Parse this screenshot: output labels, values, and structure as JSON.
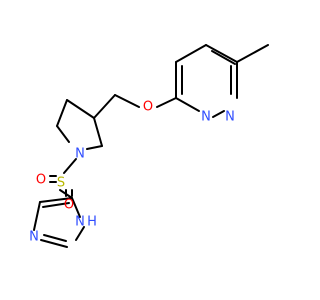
{
  "molecule": {
    "atoms": {
      "n_pyridazine_a": "N",
      "n_pyridazine_b": "N",
      "o_ether": "O",
      "n_pyrrolidine": "N",
      "s_sulfonyl": "S",
      "o_sulfonyl_left": "O",
      "o_sulfonyl_bottom": "O",
      "n_imidazole": "N",
      "nh_imidazole_n": "N",
      "nh_imidazole_h": "H"
    },
    "colors": {
      "bond": "#000000",
      "nitrogen": "#2f4dff",
      "oxygen": "#ff0000",
      "sulfur": "#b8b800"
    }
  }
}
